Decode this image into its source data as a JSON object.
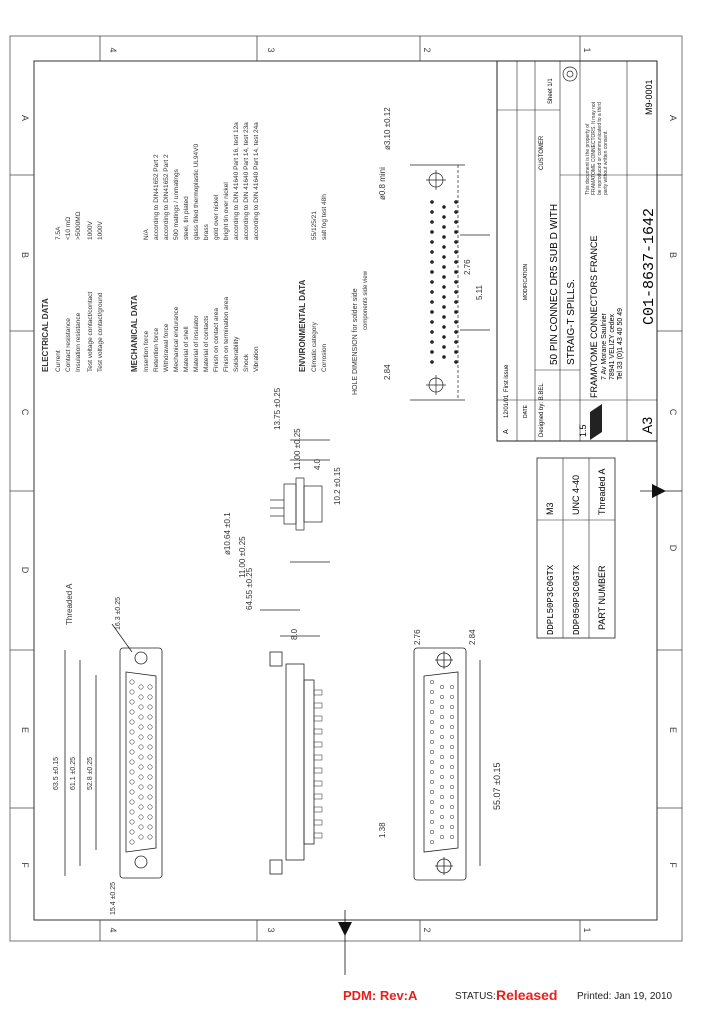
{
  "drawing": {
    "number": "C01-8637-1642",
    "sheet_format": "A3",
    "scale": "1.5",
    "form_code": "M9-0001",
    "description_line1": "50 PIN CONNEC DR5 SUB D WITH",
    "description_line2": "STRAIG-T SPILLS.",
    "company_name": "FRAMATOME CONNECTORS FRANCE",
    "company_address": "7 Av Morane Saulnier",
    "company_city": "78941 VELIZY cedex",
    "company_phone": "Tel 33 (0)1 43 40 50 49",
    "confidential_note": "This document is the property of FRAMATOME CONNECTORS. It may not be reproduced or communicated to a third party without written consent.",
    "revision_first_issue": "First issue",
    "designed_by": "Designed by: B.BEL",
    "customer_label": "CUSTOMER",
    "sheet_label": "Sheet 1/1",
    "date": "12/01/01",
    "rev_letter": "A",
    "rev_header_date": "DATE",
    "rev_header_mod": "MODIFICATION"
  },
  "border": {
    "top_zone_labels": [
      "A",
      "B",
      "C",
      "D",
      "E",
      "F"
    ],
    "left_col_labels": [
      "4",
      "3",
      "2",
      "1"
    ]
  },
  "specs": {
    "electrical_title": "ELECTRICAL DATA",
    "electrical": [
      {
        "label": "Current",
        "value": "7.5A"
      },
      {
        "label": "Contact resistance",
        "value": "<10 mΩ"
      },
      {
        "label": "Insulation resistance",
        "value": ">5000MΩ"
      },
      {
        "label": "Test voltage contact/contact",
        "value": "1000V"
      },
      {
        "label": "Test voltage contact/ground",
        "value": "1000V"
      }
    ],
    "mechanical_title": "MECHANICAL DATA",
    "mechanical": [
      {
        "label": "Insertion force",
        "value": "N/A"
      },
      {
        "label": "Retention force",
        "value": "according to DIN41652 Part 2"
      },
      {
        "label": "Withdrawal force",
        "value": "according to DIN41652 Part 2"
      },
      {
        "label": "Mechanical endurance",
        "value": "500 matings / unmatings"
      },
      {
        "label": "Material of shell",
        "value": "steel, tin plated"
      },
      {
        "label": "Material of insulator",
        "value": "glass filled thermoplastic UL94V0"
      },
      {
        "label": "Material of contacts",
        "value": "brass"
      },
      {
        "label": "Finish on contact area",
        "value": "gold over nickel"
      },
      {
        "label": "Finish on termination area",
        "value": "bright tin over nickel"
      },
      {
        "label": "Solderability",
        "value": "according to DIN 41640 Part 16, test 12a"
      },
      {
        "label": "Shock",
        "value": "according to DIN 41640 Part 14, test 23a"
      },
      {
        "label": "Vibration",
        "value": "according to DIN 41640 Part 14, test 24a"
      }
    ],
    "environmental_title": "ENVIRONMENTAL DATA",
    "environmental": [
      {
        "label": "Climatic category",
        "value": "55/125/21"
      },
      {
        "label": "Corrosion",
        "value": "salt fog test 48h"
      }
    ]
  },
  "parts": {
    "rows": [
      {
        "part": "DDPL50P3C0GTX",
        "finish": "M3"
      },
      {
        "part": "DDP050P3C0GTX",
        "finish": "UNC 4-40"
      }
    ],
    "header_part": "PART NUMBER",
    "header_finish": "Threaded A"
  },
  "dims": {
    "threaded_a": "Threaded A",
    "d_2_84": "2.84",
    "d_2_76": "2.76",
    "d_5_11": "5.11",
    "d_3_10": "ø3.10 ±0.12",
    "d_0_8": "ø0.8 mini",
    "d_55_07": "55.07 ±0.15",
    "d_13_75": "13.75 ±0.25",
    "d_11_00": "11.00 ±0.25",
    "d_10_64": "ø10.64 ±0.1",
    "d_4_0": "4.0",
    "d_10_2": "10.2 ±0.15",
    "d_1_38": "1.38",
    "d_8_0": "8.0",
    "d_63_5": "63.5 ±0.15",
    "d_64_55": "64.55 ±0.25",
    "d_61_1": "61.1 ±0.25",
    "d_52_8": "52.8 ±0.25",
    "d_16_3": "16.3 ±0.25",
    "d_15_4": "15.4 ±0.25",
    "hole_note": "HOLE DIMENSION for solder side",
    "hole_note_sub": "components side view"
  },
  "footer": {
    "pdm": "PDM: Rev:A",
    "status_label": "STATUS:",
    "status_value": "Released",
    "printed": "Printed: Jan 19, 2010"
  }
}
